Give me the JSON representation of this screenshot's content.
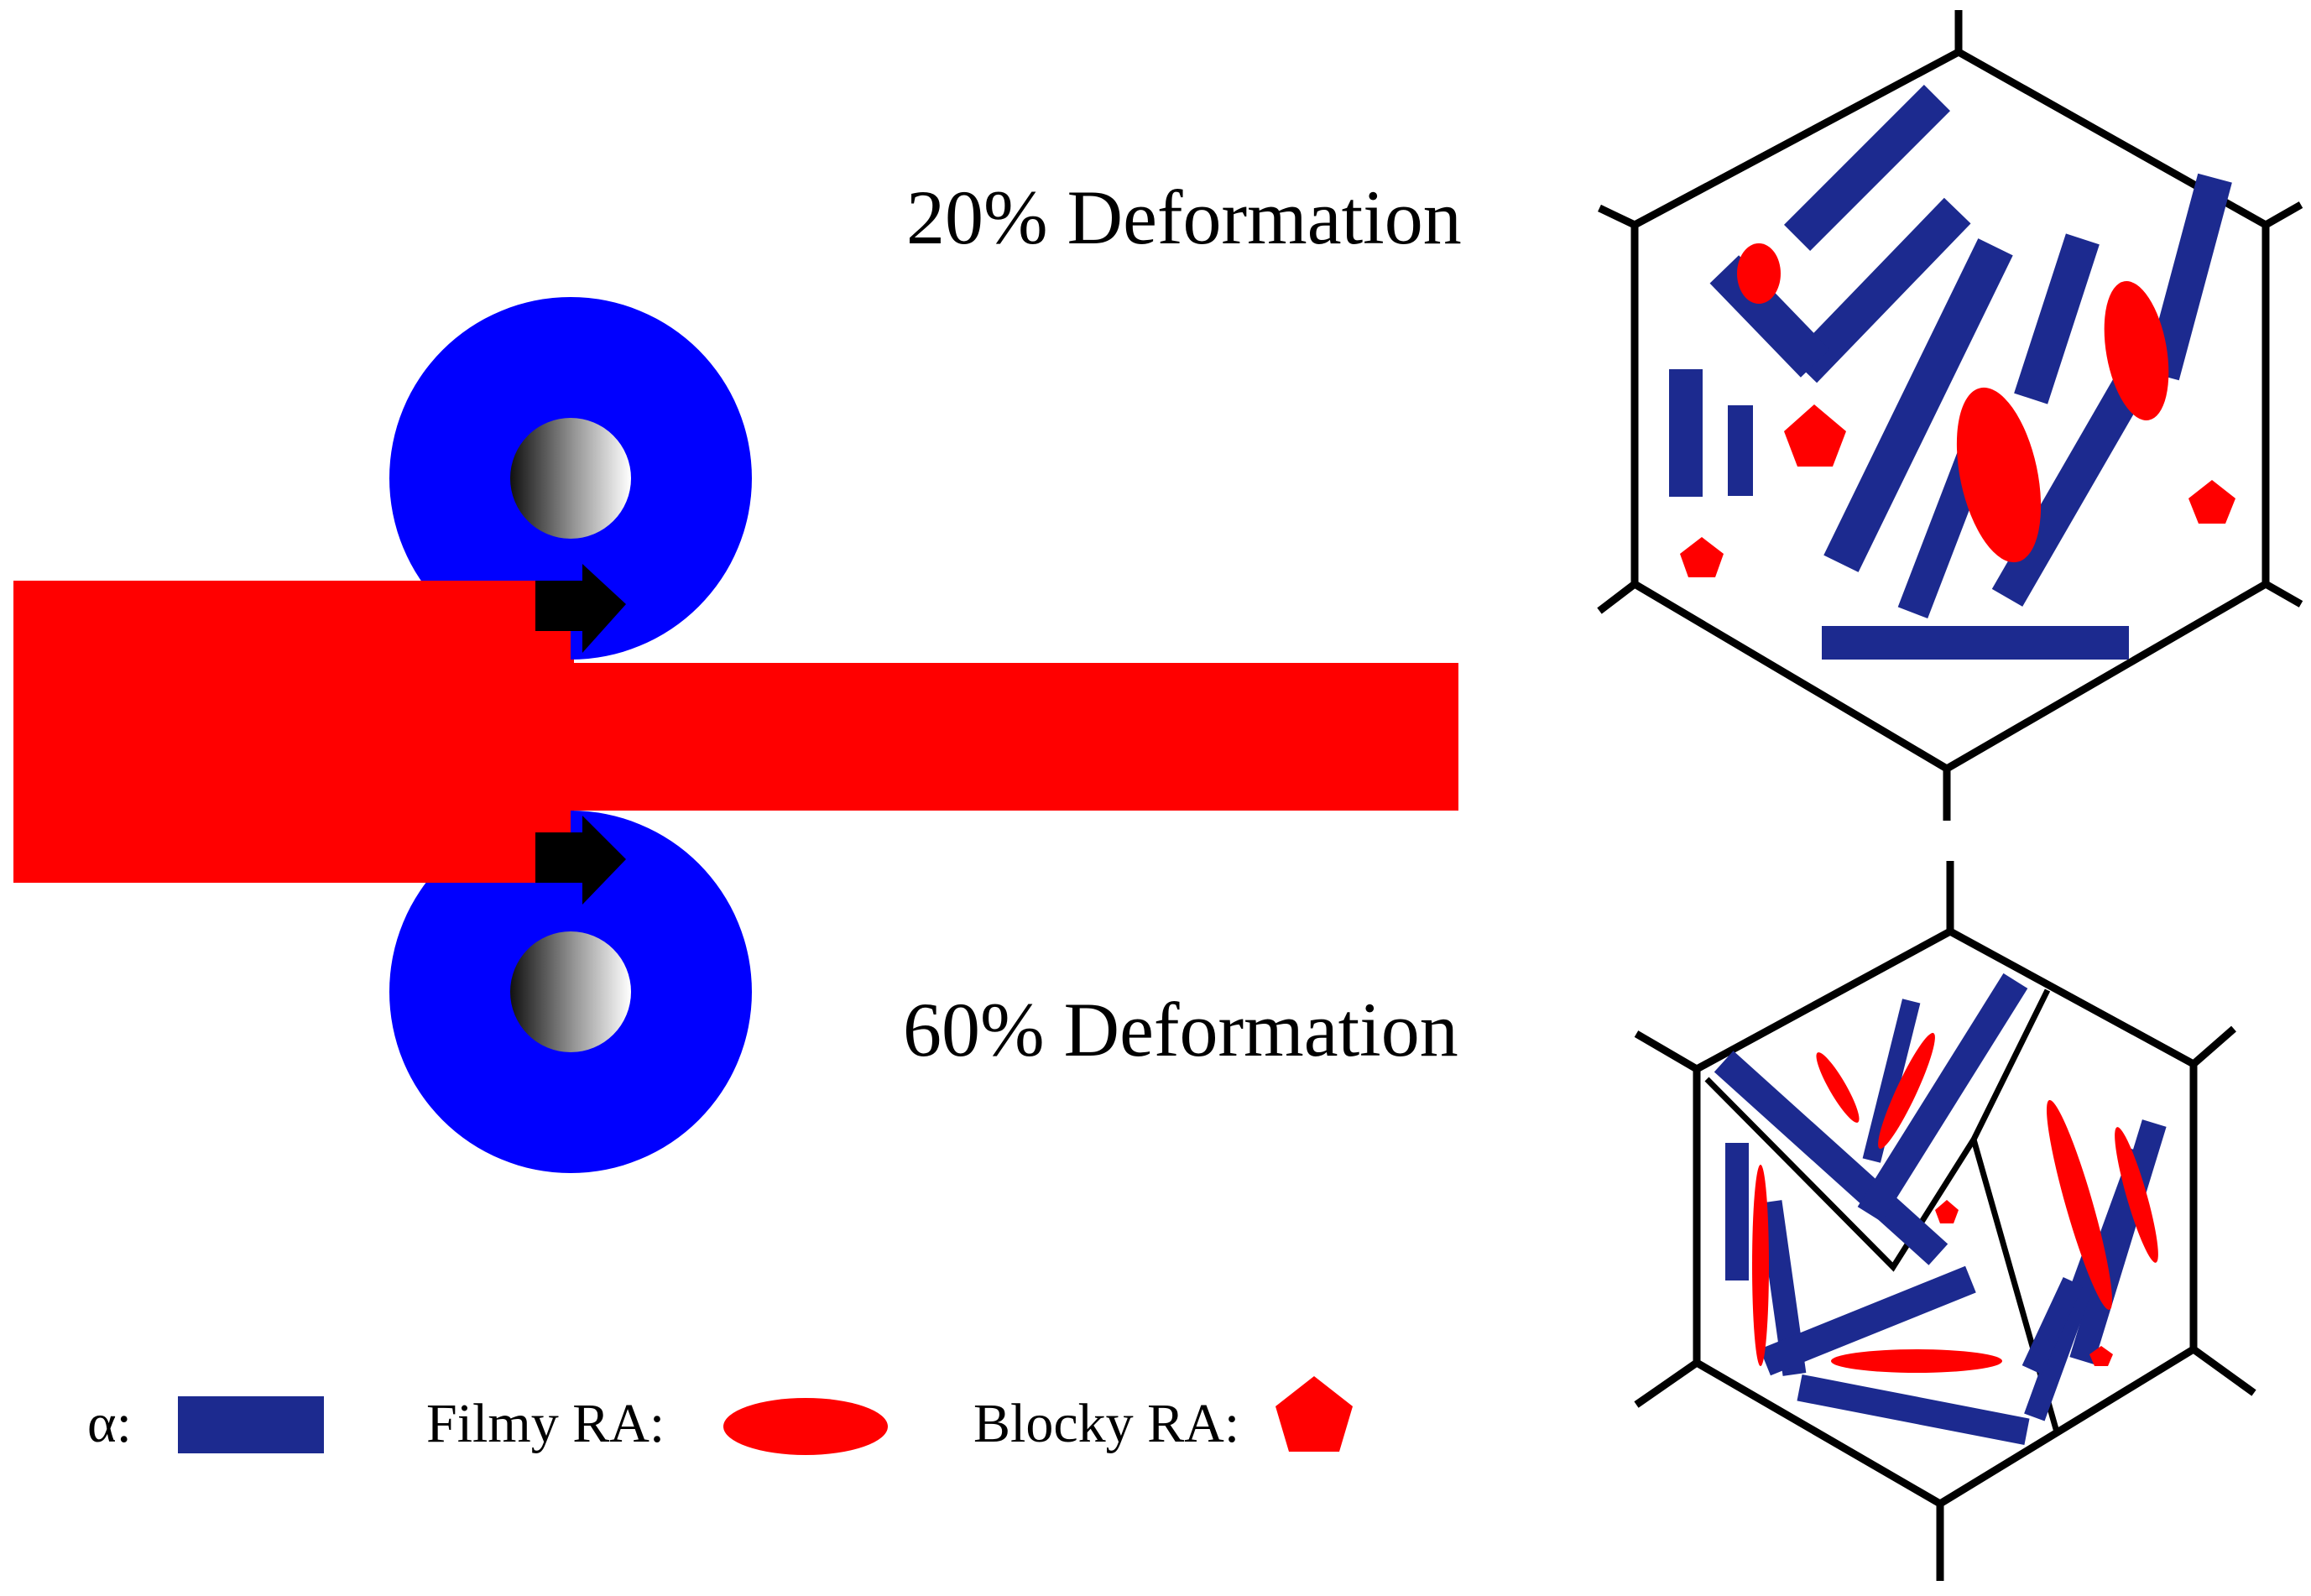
{
  "labels": {
    "deformation_20": "20% Deformation",
    "deformation_60": "60% Deformation"
  },
  "legend": {
    "alpha_label": "α:",
    "filmy_label": "Filmy RA:",
    "blocky_label": "Blocky RA:"
  },
  "colors": {
    "alpha": "#1c2a8f",
    "ra": "#ff0000",
    "roller": "#0000ff",
    "strip": "#ff0000",
    "outline": "#000000"
  }
}
